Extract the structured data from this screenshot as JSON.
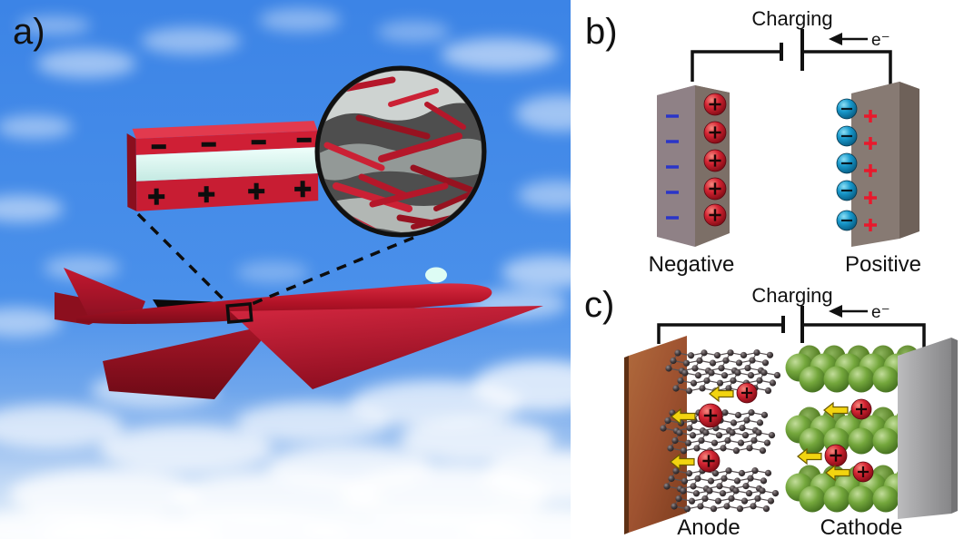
{
  "figure": {
    "type": "three-panel scientific illustration",
    "panels": {
      "a": {
        "label": "a)",
        "composite_block": {
          "top_layer_signs": [
            "−",
            "−",
            "−",
            "−"
          ],
          "bottom_layer_signs": [
            "+",
            "+",
            "+",
            "+"
          ]
        }
      },
      "b": {
        "label": "b)",
        "title": "Charging",
        "electron_label": "e⁻",
        "left_electrode": {
          "label": "Negative",
          "plate_signs": [
            "−",
            "−",
            "−",
            "−",
            "−"
          ],
          "ion_signs": [
            "+",
            "+",
            "+",
            "+",
            "+"
          ]
        },
        "right_electrode": {
          "label": "Positive",
          "plate_signs": [
            "+",
            "+",
            "+",
            "+",
            "+"
          ],
          "ion_signs": [
            "−",
            "−",
            "−",
            "−",
            "−"
          ]
        }
      },
      "c": {
        "label": "c)",
        "title": "Charging",
        "electron_label": "e⁻",
        "left_electrode": {
          "label": "Anode",
          "ion_count": 3,
          "ion_sign": "+"
        },
        "right_electrode": {
          "label": "Cathode",
          "ion_count": 3,
          "ion_sign": "+"
        }
      }
    },
    "colors": {
      "sky_blue": "#4289e8",
      "cloud_white": "#ffffff",
      "aircraft_red": "#b51225",
      "composite_red": "#cf1f35",
      "dielectric_cyan": "#e2faf5",
      "electrode_taupe": "#877a73",
      "cation_red": "#c42030",
      "anion_blue": "#1e9ed6",
      "negative_sign_blue": "#2a35c8",
      "positive_sign_red": "#e8192c",
      "copper_brown": "#9e5230",
      "collector_gray": "#9c9c9e",
      "cathode_green": "#74a73c",
      "arrow_yellow": "#f2d410",
      "graphite_dark": "#3c3537",
      "wire_black": "#111111"
    }
  }
}
